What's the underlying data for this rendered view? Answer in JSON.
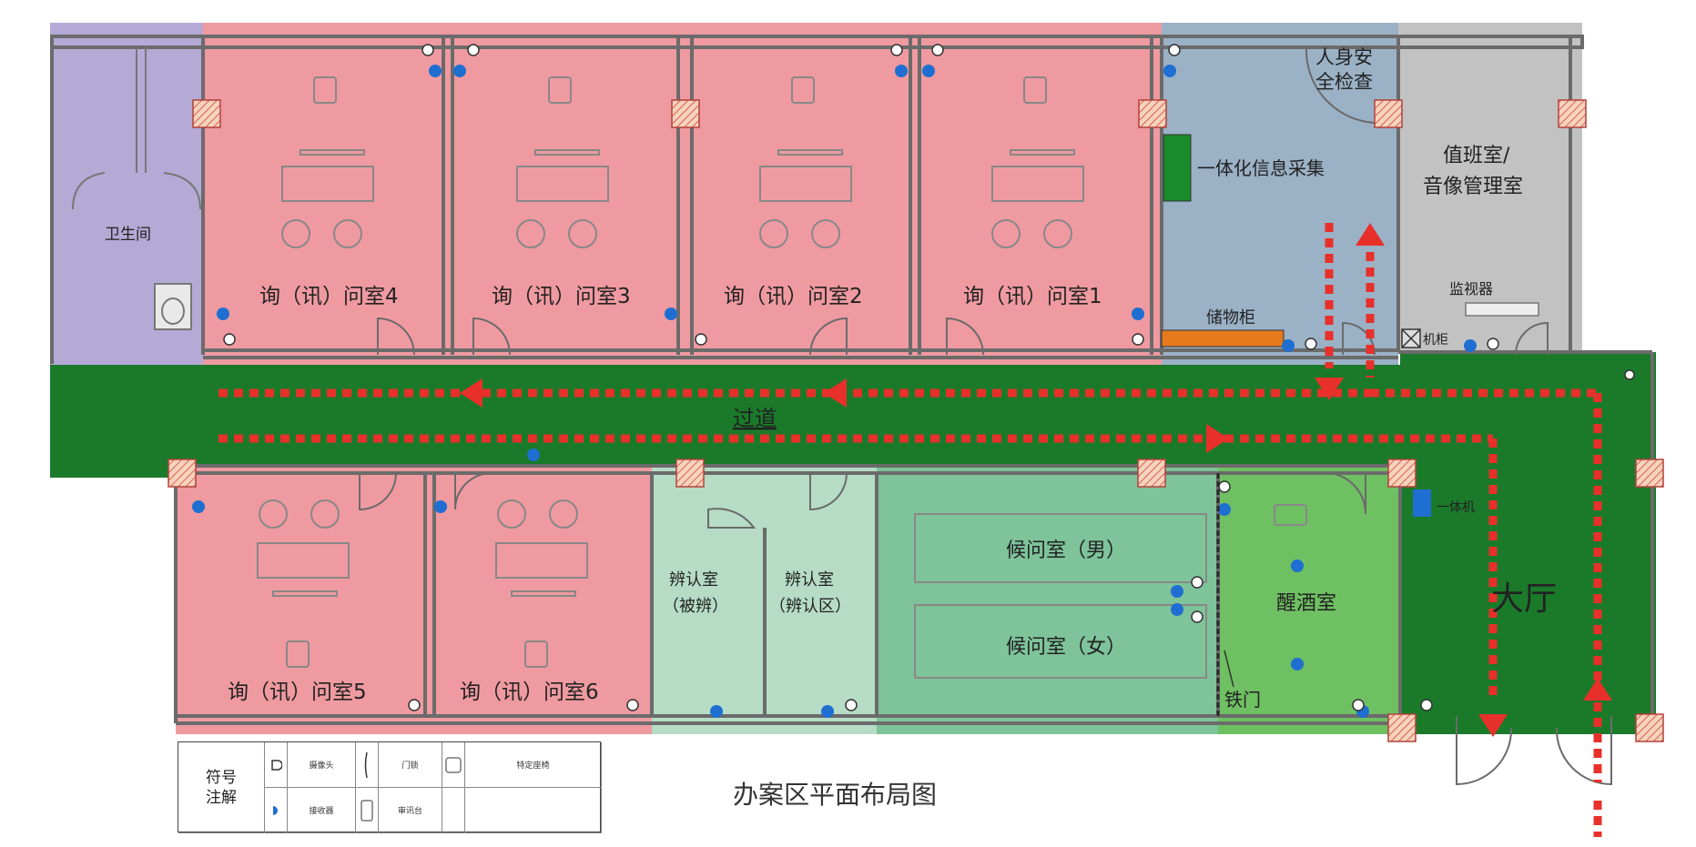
{
  "title": "办案区平面布局图",
  "rooms": {
    "toilet": "卫生间",
    "interrogation_4": "询（讯）问室4",
    "interrogation_3": "询（讯）问室3",
    "interrogation_2": "询（讯）问室2",
    "interrogation_1": "询（讯）问室1",
    "interrogation_5": "询（讯）问室5",
    "interrogation_6": "询（讯）问室6",
    "security_check_line1": "人身安",
    "security_check_line2": "全检查",
    "info_collection": "一体化信息采集",
    "storage_cabinet": "储物柜",
    "duty_room_line1": "值班室/",
    "duty_room_line2": "音像管理室",
    "monitor": "监视器",
    "server_cabinet": "机柜",
    "corridor": "过道",
    "hall": "大厅",
    "identify_suspect_line1": "辨认室",
    "identify_suspect_line2": "（被辨）",
    "identify_witness_line1": "辨认室",
    "identify_witness_line2": "（辨认区）",
    "waiting_male": "候问室（男）",
    "waiting_female": "候问室（女）",
    "sobering_room": "醒酒室",
    "iron_door": "铁门",
    "gate_label": "一体机"
  },
  "legend": {
    "heading": "符号\n注解",
    "camera": "摄像头",
    "receiver": "接收器",
    "door_lock": "门锁",
    "interrogation_desk": "审讯台",
    "special_chair": "特定座椅"
  },
  "colors": {
    "interrogation": "#ef9aa0",
    "toilet": "#b5a9d6",
    "corridor": "#1a7a2a",
    "security": "#9bb1c6",
    "duty": "#c2c2c2",
    "identify": "#b6dcc6",
    "waiting": "#7ec39a",
    "sobering": "#6fbf63",
    "route": "#e8302a",
    "wall": "#6b6b6b",
    "pillar": "#f3c0a4"
  }
}
